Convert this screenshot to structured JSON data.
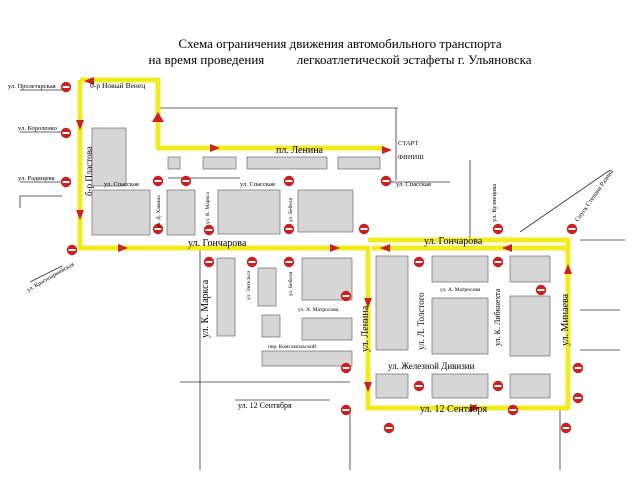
{
  "title": {
    "line1": "Схема ограничения движения автомобильного транспорта",
    "line2": "на время проведения          легкоатлетической эстафеты г. Ульяновска"
  },
  "colors": {
    "route": "#f2ec1f",
    "block": "#d6d6d6",
    "line": "#333333",
    "stop_sign": "#cc1f1f",
    "arrow": "#cc1f1f"
  },
  "labels": {
    "proletarskaya": "ул. Пролетарская",
    "novy_venets": "б-р Новый Венец",
    "korolenko": "ул. Короленко",
    "radishcheva": "ул. Радищева",
    "plastova": "б-р Пластова",
    "krasnoarmeyskaya": "ул. Красноармейская",
    "lenina_square": "пл. Ленина",
    "start": "СТАРТ",
    "finish": "ФИНИШ",
    "spasskaya1": "ул. Спасская",
    "spasskaya2": "ул. Спасская",
    "spasskaya3": "ул. Спасская",
    "khamina": "ул. Д. Хамина",
    "k_marksa_small": "ул. К. Маркса",
    "bebelya_top": "ул. Бебеля",
    "kuznetsova": "ул. Кузнецова",
    "spusk_razina": "Спуск Степана Разина",
    "goncharova_w": "ул. Гончарова",
    "goncharova_e": "ул. Гончарова",
    "k_marksa": "ул. К. Маркса",
    "engelsa": "ул. Энгельса",
    "bebelya": "ул. Бебеля",
    "matrosova_w": "ул. А. Матросова",
    "matrosova_e": "ул. А. Матросова",
    "komsomolsky": "пер. Комсомольский",
    "lenina": "ул. Ленина",
    "tolstogo": "ул. Л. Толстого",
    "libknekhta": "ул. К. Либкнехта",
    "minaeva": "ул. Минаева",
    "zheleznoy": "ул. Железной Дивизии",
    "sentyabrya_w": "ул. 12 Сентября",
    "sentyabrya_e": "ул. 12 Сентября"
  },
  "stop_sign_count": 30,
  "arrow_count": 14
}
